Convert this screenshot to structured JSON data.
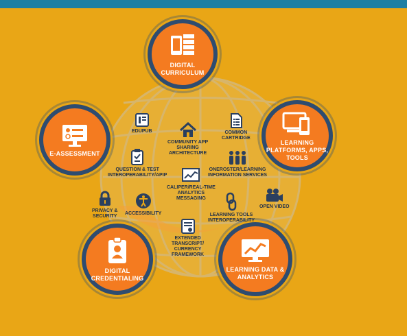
{
  "colors": {
    "background": "#E9A616",
    "topbar": "#1E7FA3",
    "circle_fill": "#F47B20",
    "circle_ring": "#2E4C70",
    "icon_dark": "#2a3f5f"
  },
  "hubs": {
    "digital_curriculum": {
      "label": "DIGITAL\nCURRICULUM",
      "icon": "books-and-tablet-icon"
    },
    "learning_platforms": {
      "label": "LEARNING\nPLATFORMS, APPS,\nTOOLS",
      "icon": "laptop-and-phone-icon"
    },
    "e_assessment": {
      "label": "E-ASSESSMENT",
      "icon": "quiz-monitor-icon"
    },
    "digital_credentialing": {
      "label": "DIGITAL\nCREDENTIALING",
      "icon": "id-badge-icon"
    },
    "learning_data": {
      "label": "LEARNING DATA &\nANALYTICS",
      "icon": "chart-monitor-icon"
    }
  },
  "standards": {
    "edupub": "EDUPUB",
    "common_cartridge": "COMMON\nCARTRIDGE",
    "community_app": "COMMUNITY APP\nSHARING\nARCHITECTURE",
    "qti": "QUESTION & TEST\nINTEROPERABILITY/APIP",
    "oneroster": "ONEROSTER/LEARNING\nINFORMATION SERVICES",
    "caliper": "CALIPER/REAL-TIME\nANALYTICS\nMESSAGING",
    "privacy": "PRIVACY &\nSECURITY",
    "accessibility": "ACCESSIBILITY",
    "lti": "LEARNING TOOLS\nINTEROPERABILITY",
    "open_video": "OPEN VIDEO",
    "extended_transcript": "EXTENDED\nTRANSCRIPT/\nCURRENCY\nFRAMEWORK"
  }
}
